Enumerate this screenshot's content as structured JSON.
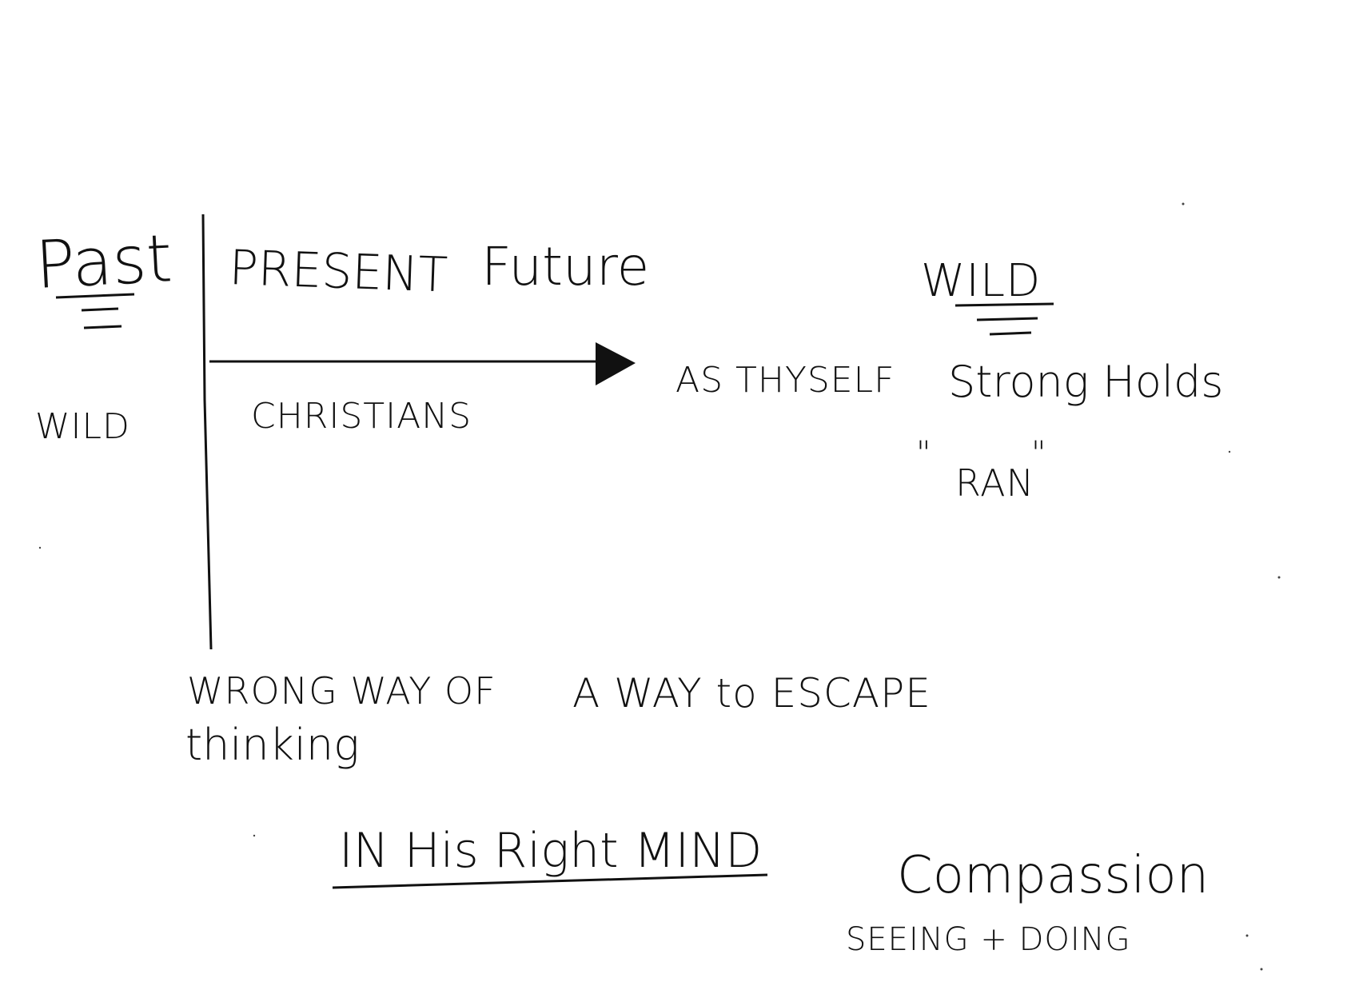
{
  "colors": {
    "ink": "#111111",
    "paper": "#ffffff"
  },
  "headings": {
    "past": "Past",
    "present": "PRESENT",
    "future": "Future",
    "wild_heading": "WILD"
  },
  "labels": {
    "wild_left": "WILD",
    "christians": "CHRISTIANS",
    "as_thyself": "AS THYSELF",
    "strong_holds": "Strong Holds",
    "quote_open": "\"",
    "ran": "RAN",
    "quote_close": "\"",
    "wrong_way_line1": "WRONG WAY OF",
    "wrong_way_line2": "thinking",
    "a_way_to_escape": "A WAY to ESCAPE",
    "in_his_right_mind": "IN His Right MIND",
    "compassion": "Compassion",
    "seeing_doing": "SEEING + DOING"
  }
}
